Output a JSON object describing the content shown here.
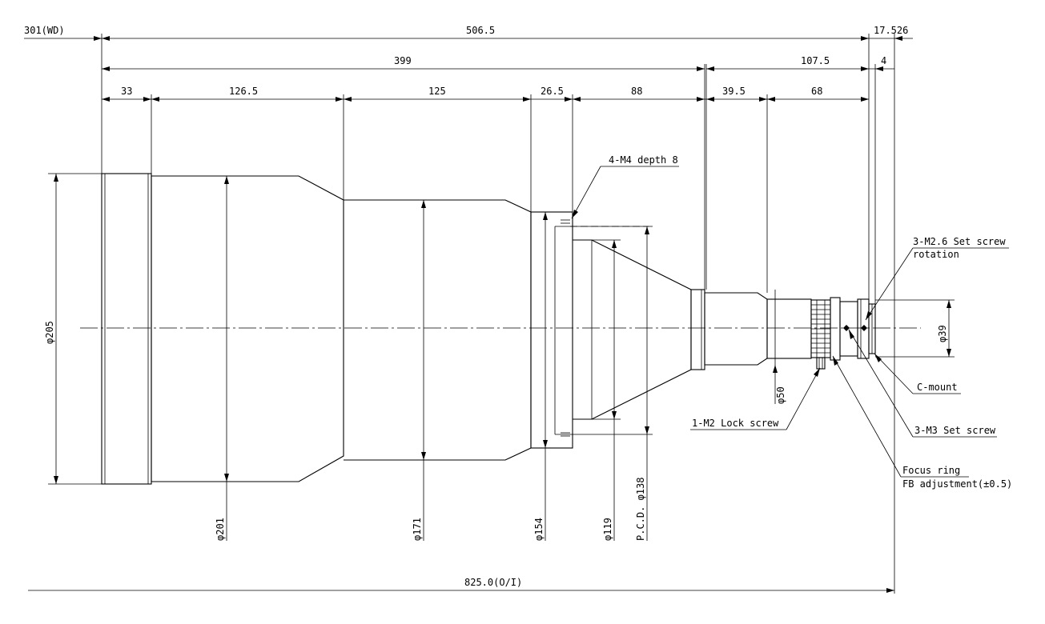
{
  "dimensions": {
    "working_distance": "301(WD)",
    "top_total": "506.5",
    "top_right": "17.526",
    "d399": "399",
    "d107_5": "107.5",
    "d4": "4",
    "d33": "33",
    "d126_5": "126.5",
    "d125": "125",
    "d26_5": "26.5",
    "d88": "88",
    "d39_5": "39.5",
    "d68": "68",
    "overall": "825.0(O/I)"
  },
  "diameters": {
    "d205": "φ205",
    "d201": "φ201",
    "d171": "φ171",
    "d154": "φ154",
    "d119": "φ119",
    "pcd138": "P.C.D. φ138",
    "d50": "φ50",
    "d39": "φ39"
  },
  "callouts": {
    "m4_depth": "4-M4 depth 8",
    "set_screw_m26_line1": "3-M2.6 Set screw",
    "set_screw_m26_line2": "rotation",
    "c_mount": "C-mount",
    "set_screw_m3": "3-M3 Set screw",
    "lock_screw": "1-M2 Lock screw",
    "focus_ring_line1": "Focus ring",
    "focus_ring_line2": "FB adjustment(±0.5)"
  }
}
